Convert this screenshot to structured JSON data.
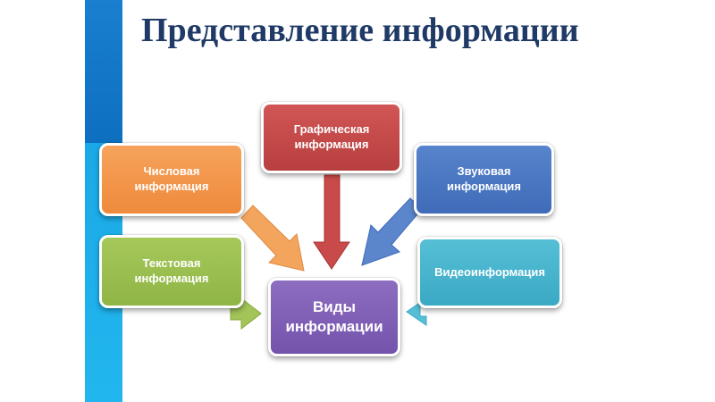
{
  "title": "Представление информации",
  "boxes": {
    "numeric": "Числовая\nинформация",
    "text": "Текстовая\nинформация",
    "graphic": "Графическая\nинформация",
    "sound": "Звуковая\nинформация",
    "video": "Видеоинформация",
    "center": "Виды\nинформации"
  },
  "colors": {
    "title": "#1f3a66",
    "accent_top": "#0d6fbf",
    "accent_bottom": "#22b6ee",
    "numeric": "#ef8a3c",
    "text": "#8fb545",
    "graphic": "#b83f3f",
    "sound": "#3f6bb8",
    "video": "#3ba9c4",
    "center": "#7454ac"
  }
}
